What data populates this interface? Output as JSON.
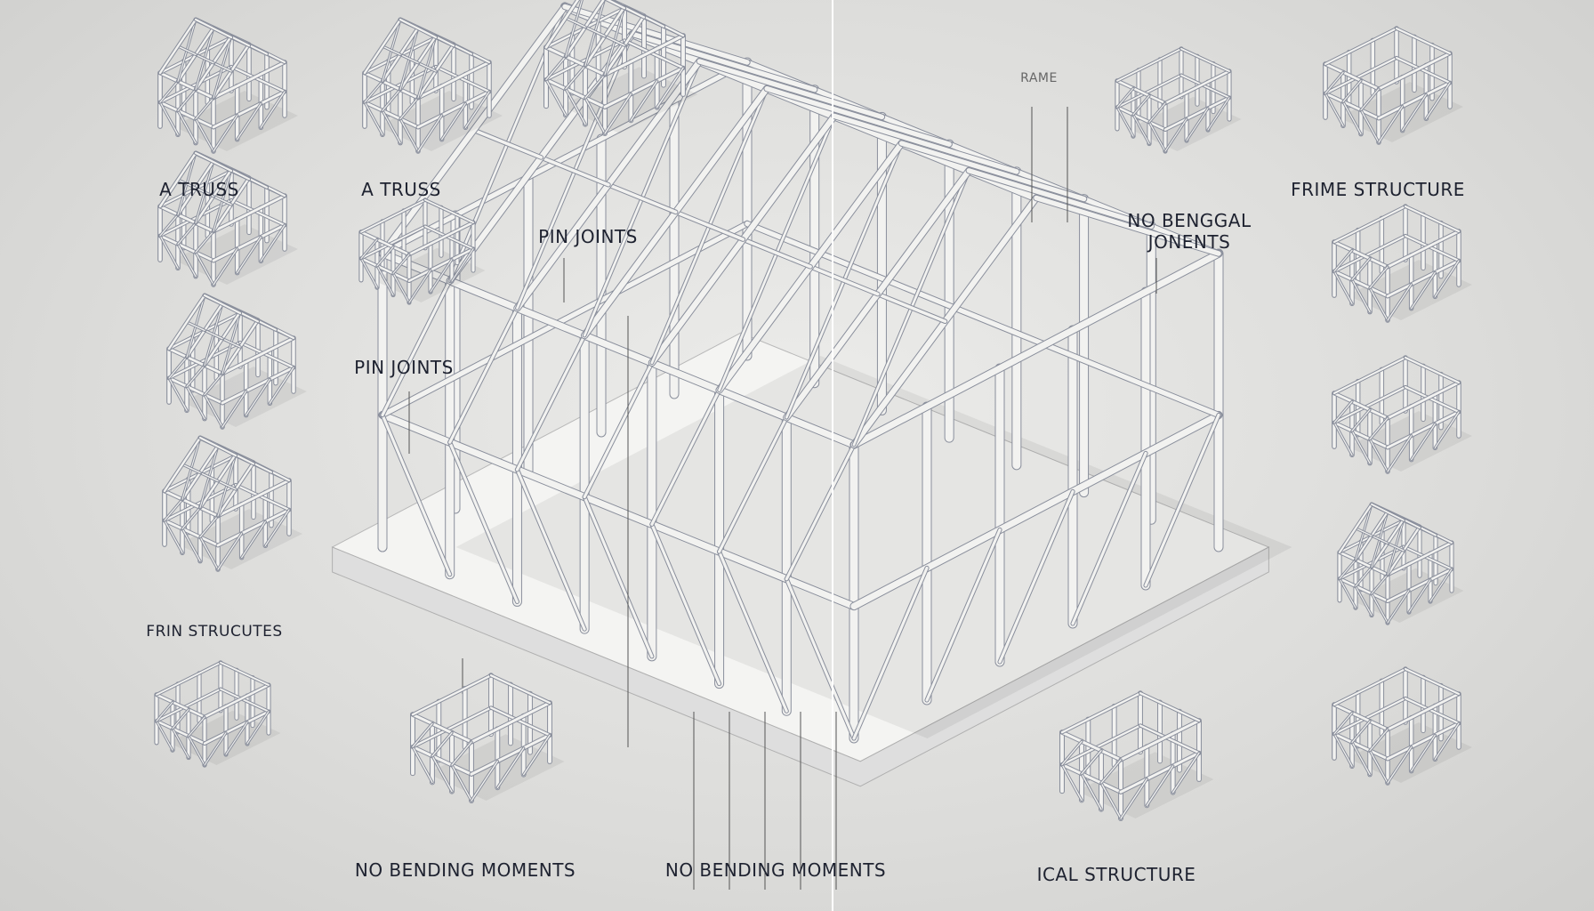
{
  "labels": {
    "a_truss_1": "A TRUSS",
    "a_truss_2": "A TRUSS",
    "pin_joints_1": "PIN JOINTS",
    "pin_joints_2": "PIN JOINTS",
    "frame_top": "RAME",
    "no_bending_joints_line1": "NO BENGGAL",
    "no_bending_joints_line2": "JONENTS",
    "frame_structure": "FRIME STRUCTURE",
    "frame_structures": "FRIN STRUCUTES",
    "no_bending_moments_1": "NO BENDING MOMENTS",
    "no_bending_moments_2": "NO BENDING MOMENTS",
    "vertical_structure": "ICAL STRUCTURE"
  },
  "colors": {
    "background": "#dcdcda",
    "member": "#f2f2f0",
    "member_edge": "#8a8f9c",
    "text": "#1e2230"
  }
}
